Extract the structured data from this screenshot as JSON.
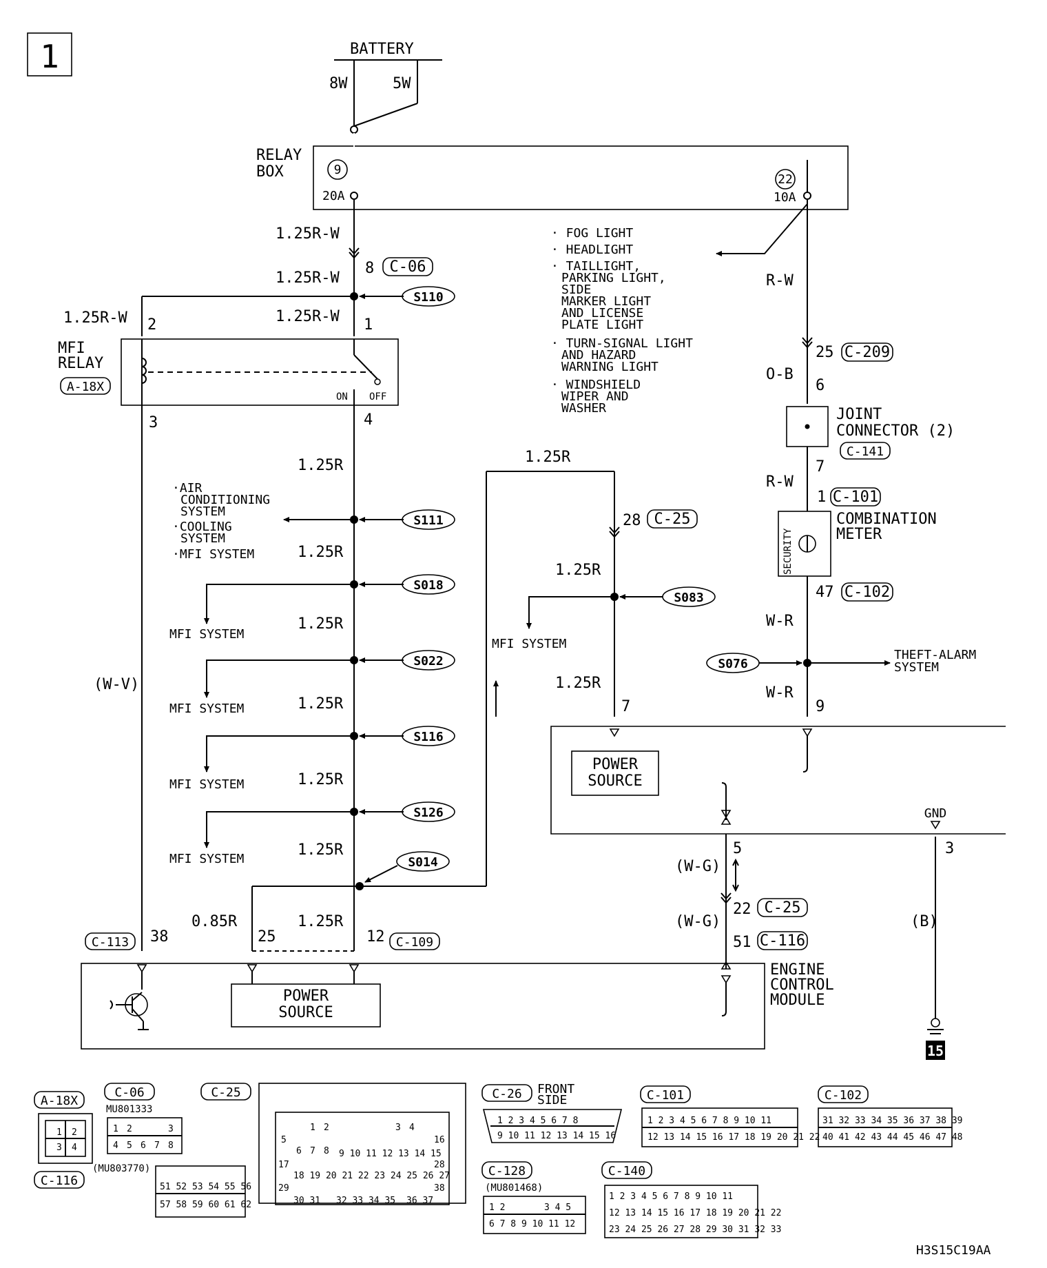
{
  "page_number": "1",
  "diagram_code": "H3S15C19AA",
  "battery": {
    "label": "BATTERY",
    "left_wire": "8W",
    "right_wire": "5W"
  },
  "relay_box": {
    "label_1": "RELAY",
    "label_2": "BOX",
    "fuse_left_no": "9",
    "fuse_left_amp": "20A",
    "fuse_right_no": "22",
    "fuse_right_amp": "10A"
  },
  "feeds": {
    "items": [
      "· FOG LIGHT",
      "· HEADLIGHT",
      "· TAILLIGHT,",
      "PARKING LIGHT,",
      "SIDE",
      "MARKER LIGHT",
      "AND LICENSE",
      "PLATE LIGHT",
      "· TURN-SIGNAL LIGHT",
      "AND HAZARD",
      "WARNING LIGHT",
      "· WINDSHIELD",
      "WIPER AND",
      "WASHER"
    ]
  },
  "left": {
    "w_125rw": "1.25R-W",
    "pin8": "8",
    "c06": "C-06",
    "s110": "S110",
    "pin2": "2",
    "pin1": "1",
    "mfi_relay_1": "MFI",
    "mfi_relay_2": "RELAY",
    "mfi_relay_conn": "A-18X",
    "on": "ON",
    "off": "OFF",
    "pin3": "3",
    "pin4": "4",
    "w_125r": "1.25R",
    "wv": "(W-V)",
    "s111": "S111",
    "s111_targets": [
      "·AIR",
      "CONDITIONING",
      "SYSTEM",
      "·COOLING",
      "SYSTEM",
      "·MFI SYSTEM"
    ],
    "s018": "S018",
    "s022": "S022",
    "s116": "S116",
    "s126": "S126",
    "s014": "S014",
    "mfi_system": "MFI SYSTEM",
    "w_085r": "0.85R",
    "c113": "C-113",
    "pin38": "38",
    "pin25": "25",
    "pin12": "12",
    "c109": "C-109"
  },
  "middle": {
    "w_125r": "1.25R",
    "pin28": "28",
    "c25": "C-25",
    "s083": "S083",
    "mfi_system": "MFI SYSTEM",
    "pin7": "7"
  },
  "right": {
    "rw": "R-W",
    "pin25": "25",
    "c209": "C-209",
    "ob": "O-B",
    "pin6": "6",
    "joint_1": "JOINT",
    "joint_2": "CONNECTOR (2)",
    "c141": "C-141",
    "pin7": "7",
    "pin1": "1",
    "c101": "C-101",
    "security": "SECURITY",
    "comb_1": "COMBINATION",
    "comb_2": "METER",
    "pin47": "47",
    "c102": "C-102",
    "wr": "W-R",
    "s076": "S076",
    "theft_1": "THEFT-ALARM",
    "theft_2": "SYSTEM",
    "pin9": "9",
    "power_source_1": "POWER",
    "power_source_2": "SOURCE",
    "gnd": "GND",
    "pin5": "5",
    "wg": "(W-G)",
    "pin22": "22",
    "c25": "C-25",
    "pin51": "51",
    "c116": "C-116",
    "pin3": "3",
    "b": "(B)",
    "ground_no": "15"
  },
  "ecm": {
    "label_1": "ENGINE",
    "label_2": "CONTROL",
    "label_3": "MODULE",
    "power_source_1": "POWER",
    "power_source_2": "SOURCE"
  },
  "connectors": {
    "a18x": "A-18X",
    "c06": "C-06",
    "c06_part": "MU801333",
    "c25": "C-25",
    "c26": "C-26",
    "c26_note_1": "FRONT",
    "c26_note_2": "SIDE",
    "c101": "C-101",
    "c102": "C-102",
    "c116": "C-116",
    "c116_part": "(MU803770)",
    "c128": "C-128",
    "c128_part": "(MU801468)",
    "c140": "C-140"
  }
}
